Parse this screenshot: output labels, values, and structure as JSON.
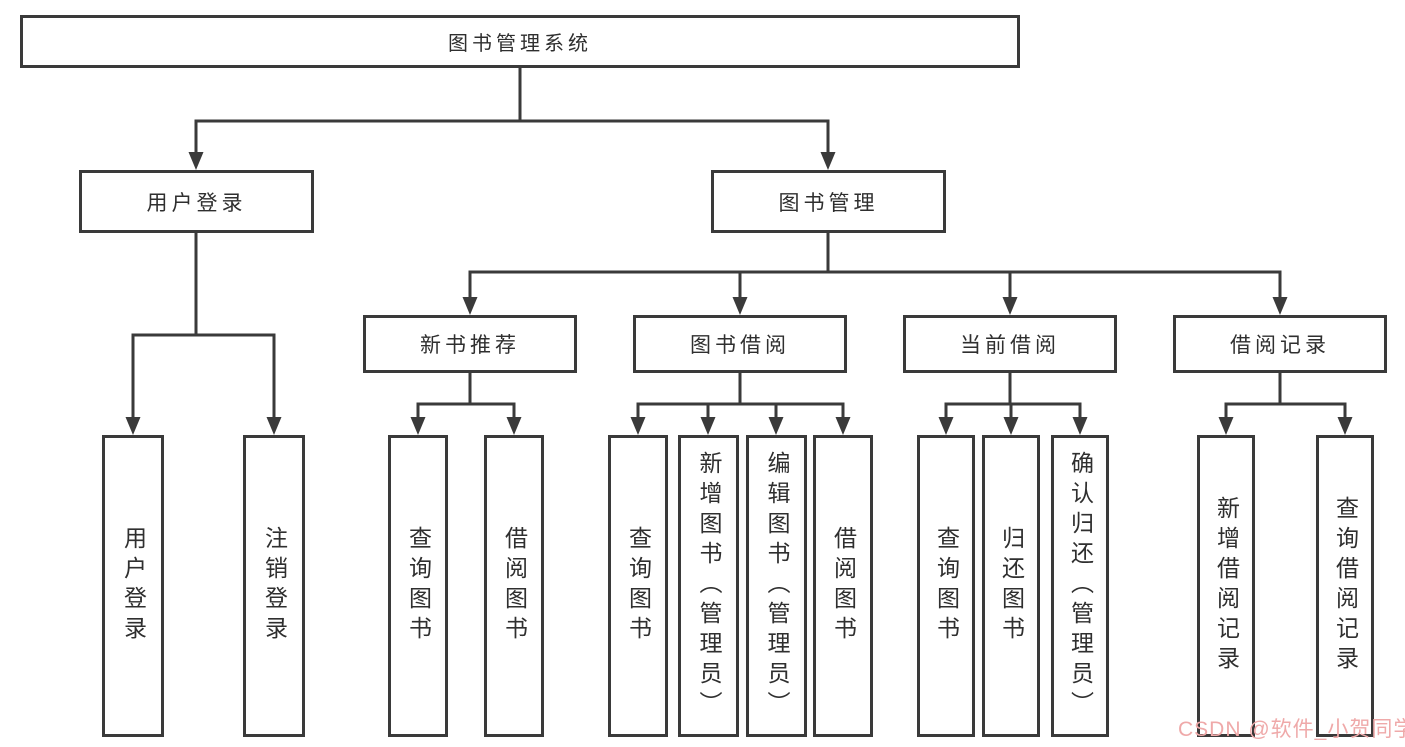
{
  "tree": {
    "root": {
      "label": "图书管理系统"
    },
    "children": [
      {
        "label": "用户登录",
        "children": [
          {
            "label": "用户登录"
          },
          {
            "label": "注销登录"
          }
        ]
      },
      {
        "label": "图书管理",
        "children": [
          {
            "label": "新书推荐",
            "children": [
              {
                "label": "查询图书"
              },
              {
                "label": "借阅图书"
              }
            ]
          },
          {
            "label": "图书借阅",
            "children": [
              {
                "label": "查询图书"
              },
              {
                "label": "新增图书（管理员）"
              },
              {
                "label": "编辑图书（管理员）"
              },
              {
                "label": "借阅图书"
              }
            ]
          },
          {
            "label": "当前借阅",
            "children": [
              {
                "label": "查询图书"
              },
              {
                "label": "归还图书"
              },
              {
                "label": "确认归还（管理员）"
              }
            ]
          },
          {
            "label": "借阅记录",
            "children": [
              {
                "label": "新增借阅记录"
              },
              {
                "label": "查询借阅记录"
              }
            ]
          }
        ]
      }
    ]
  },
  "watermark": {
    "text": "CSDN @软件_小贺同学",
    "color": "#efa9a9"
  },
  "colors": {
    "line": "#3a3a3a",
    "box_border": "#3a3a3a",
    "background": "#ffffff",
    "text": "#2f2f2f"
  }
}
